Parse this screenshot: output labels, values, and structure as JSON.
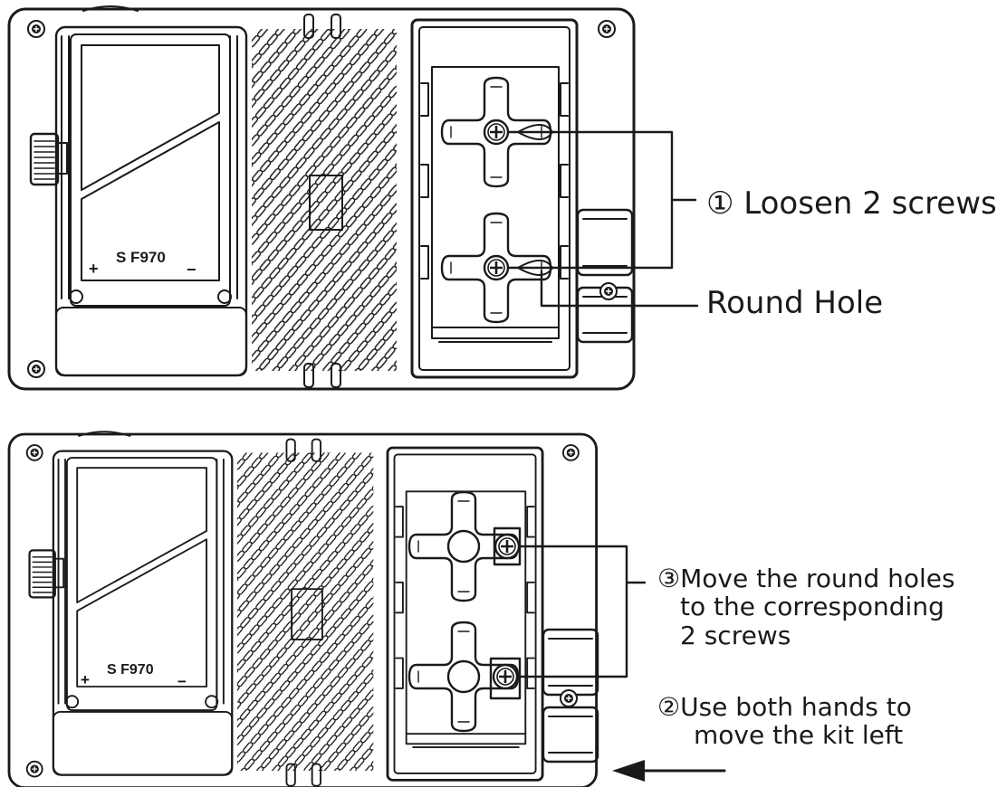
{
  "callouts": {
    "loosen_screws": "① Loosen 2 screws",
    "round_hole": "Round Hole",
    "move_holes_line1": "③Move the round holes",
    "move_holes_line2": "to the corresponding",
    "move_holes_line3": "2 screws",
    "move_kit_line1": "②Use both hands to",
    "move_kit_line2": "move the kit left"
  },
  "battery_plate": {
    "model_label": "S  F970",
    "plus_symbol": "+",
    "minus_symbol": "−"
  },
  "icons": {
    "arrow": "arrow-left-icon",
    "screw": "phillips-screw-icon",
    "corner_screw": "corner-screw-icon"
  },
  "colors": {
    "line": "#1a1a1a",
    "background": "#ffffff"
  }
}
